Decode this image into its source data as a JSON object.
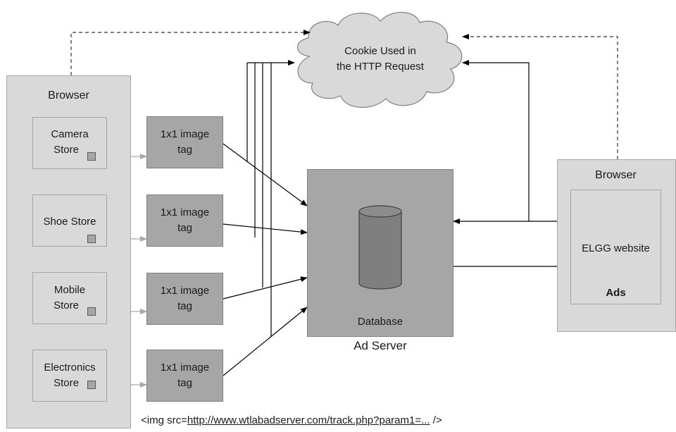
{
  "browser_left": {
    "title": "Browser"
  },
  "browser_right": {
    "title": "Browser",
    "site": "ELGG website",
    "ads": "Ads"
  },
  "stores": [
    {
      "lines": [
        "Camera",
        "Store"
      ]
    },
    {
      "lines": [
        "Shoe Store",
        ""
      ]
    },
    {
      "lines": [
        "Mobile",
        "Store"
      ]
    },
    {
      "lines": [
        "Electronics",
        "Store"
      ]
    }
  ],
  "image_tag": {
    "line1": "1x1 image",
    "line2": "tag"
  },
  "cloud": {
    "line1": "Cookie Used in",
    "line2": "the HTTP Request"
  },
  "ad_server": {
    "title": "Ad Server",
    "database": "Database"
  },
  "footer": {
    "prefix": "<img src=",
    "link": "http://www.wtlabadserver.com/track.php?param1=...",
    "suffix": " />"
  }
}
